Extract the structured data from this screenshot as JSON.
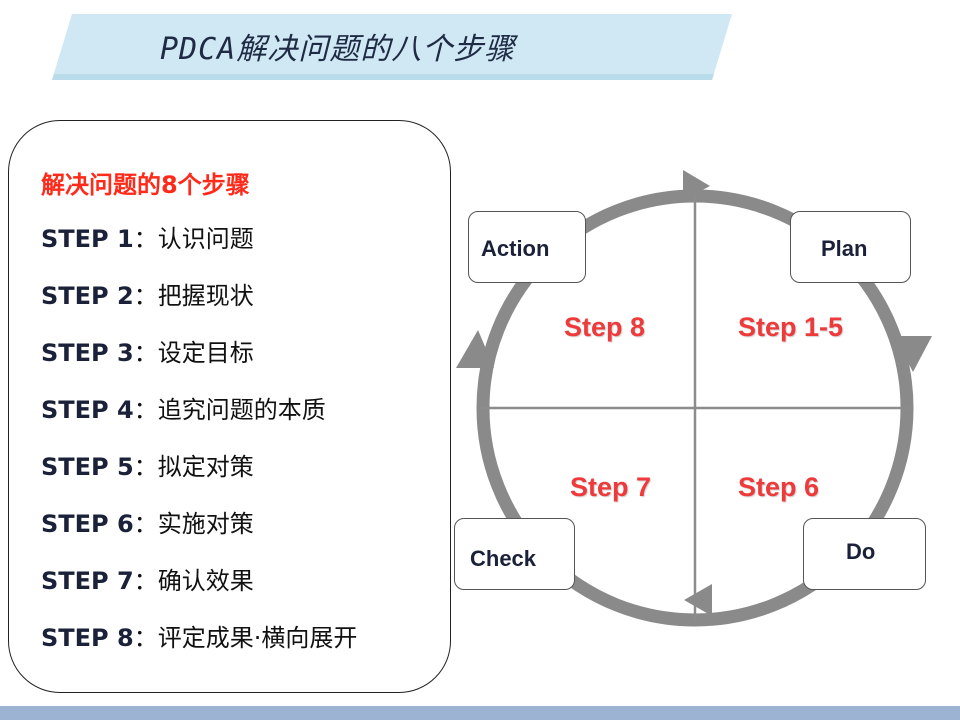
{
  "title": "PDCA解决问题的八个步骤",
  "steps_panel": {
    "heading": "解决问题的8个步骤",
    "steps": [
      {
        "label": "STEP 1",
        "sep": "：",
        "text": "认识问题"
      },
      {
        "label": "STEP 2",
        "sep": "：",
        "text": "把握现状"
      },
      {
        "label": "STEP 3",
        "sep": "：",
        "text": "设定目标"
      },
      {
        "label": "STEP 4",
        "sep": "：",
        "text": "追究问题的本质"
      },
      {
        "label": "STEP 5",
        "sep": "：",
        "text": "拟定对策"
      },
      {
        "label": "STEP 6",
        "sep": "：",
        "text": "实施对策"
      },
      {
        "label": "STEP 7",
        "sep": "：",
        "text": "确认效果"
      },
      {
        "label": "STEP 8",
        "sep": "：",
        "text": "评定成果·横向展开"
      }
    ]
  },
  "cycle": {
    "phases": {
      "action": "Action",
      "plan": "Plan",
      "check": "Check",
      "do": "Do"
    },
    "quadrant_steps": {
      "top_left": "Step 8",
      "top_right": "Step 1-5",
      "bottom_left": "Step 7",
      "bottom_right": "Step 6"
    }
  },
  "colors": {
    "step_heading": "#ff2a1a",
    "quadrant_text": "#ee3a3a",
    "cycle_ring": "#8a8a8a",
    "banner": "#cfe8f3",
    "footer": "#9cb3d4"
  }
}
